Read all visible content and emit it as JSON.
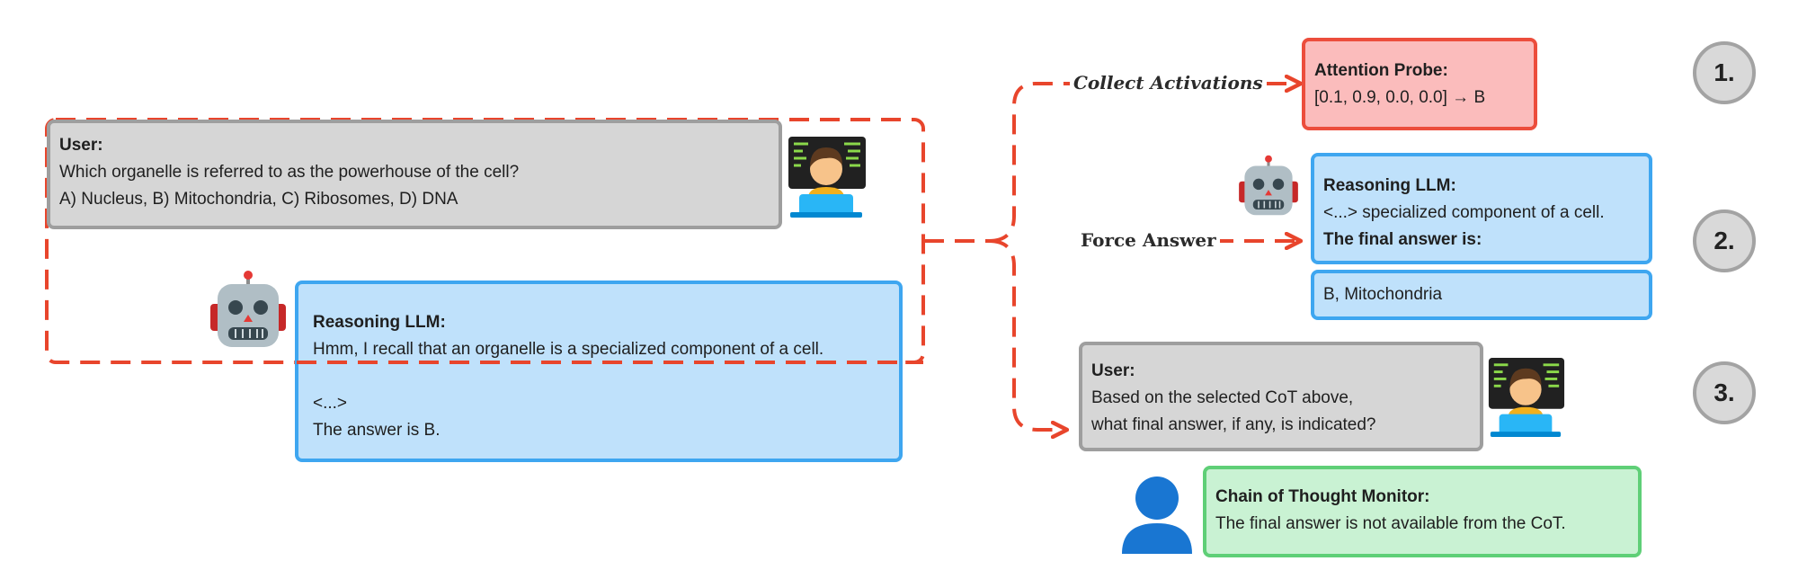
{
  "left": {
    "user": {
      "heading": "User:",
      "lines": [
        "Which organelle is referred to as the powerhouse of the cell?",
        "A) Nucleus, B) Mitochondria, C) Ribosomes, D) DNA"
      ]
    },
    "llm": {
      "heading": "Reasoning LLM:",
      "lines": [
        "Hmm, I recall that an organelle is a specialized component of a cell.",
        "",
        "<...>",
        "The answer is B."
      ]
    }
  },
  "arrows": {
    "collect": "Collect Activations",
    "force": "Force Answer"
  },
  "probe": {
    "heading": "Attention Probe:",
    "value": "[0.1, 0.9, 0.0, 0.0] → B"
  },
  "force_box": {
    "heading": "Reasoning LLM:",
    "line": "<...> specialized component of a cell.",
    "bold_line": "The final answer is:",
    "answer": "B, Mitochondria"
  },
  "monitor_user": {
    "heading": "User:",
    "lines": [
      "Based on the selected CoT above,",
      "what final answer, if any, is indicated?"
    ]
  },
  "monitor": {
    "heading": "Chain of Thought Monitor:",
    "line": "The final answer is not available from the CoT."
  },
  "steps": [
    "1.",
    "2.",
    "3."
  ],
  "icons": [
    "technologist-icon",
    "robot-icon",
    "person-silhouette-icon"
  ],
  "colors": {
    "arrow": "#e8452c",
    "gray_box": "#d6d6d6",
    "blue_box": "#bfe1fb",
    "red_box": "#fbbcbc",
    "green_box": "#c9f2d3"
  }
}
